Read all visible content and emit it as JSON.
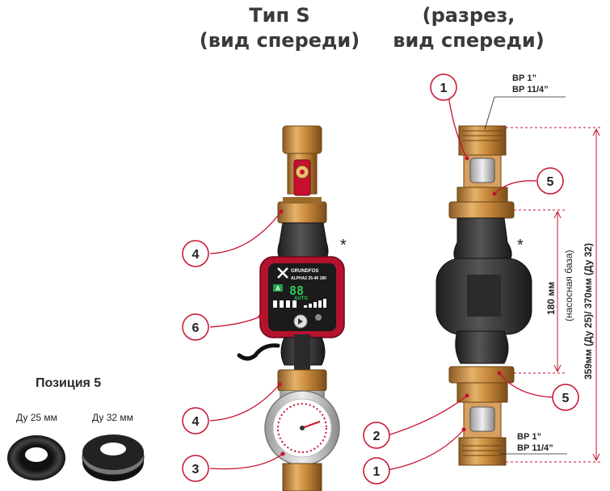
{
  "titles": {
    "left_line1": "Тип S",
    "left_line2": "(вид спереди)",
    "right_line1": "(разрез,",
    "right_line2": "вид спереди)"
  },
  "position5": {
    "title": "Позиция 5",
    "du25": "Ду 25 мм",
    "du32": "Ду 32 мм"
  },
  "threads": {
    "top_line1": "ВР 1”",
    "top_line2": "ВР 11/4”",
    "bottom_line1": "ВР 1”",
    "bottom_line2": "ВР 11/4”"
  },
  "callouts": {
    "left_upper_4": "4",
    "left_6": "6",
    "left_lower_4": "4",
    "left_3": "3",
    "right_top_1": "1",
    "right_upper_5": "5",
    "right_lower_5": "5",
    "right_2": "2",
    "right_bottom_1": "1"
  },
  "asterisk": "*",
  "dimensions": {
    "base_value": "180 мм",
    "base_note": "(насосная база)",
    "total": "359мм (Ду 25)/ 370мм (Ду 32)"
  },
  "pump": {
    "brand": "GRUNDFOS",
    "model": "ALPHA2 25-40 180",
    "mode": "AUTO",
    "display": "88",
    "grade": "A"
  },
  "colors": {
    "accent_red": "#c8102e",
    "leader": "#c8102e",
    "brass": "#c88a3c",
    "pump_body": "#3a3a3a"
  }
}
